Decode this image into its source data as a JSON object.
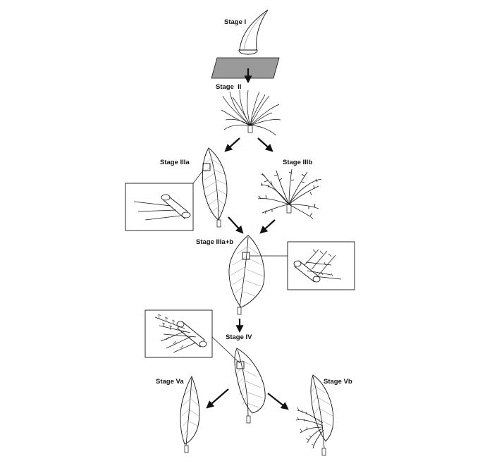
{
  "stages": {
    "s1": "Stage I",
    "s2": "Stage  II",
    "s3a": "Stage IIIa",
    "s3b": "Stage IIIb",
    "s3ab": "Stage IIIa+b",
    "s4": "Stage IV",
    "s5a": "Stage Va",
    "s5b": "Stage Vb"
  },
  "colors": {
    "ink": "#111111",
    "skin": "#9a9a9a",
    "paper": "#ffffff"
  }
}
